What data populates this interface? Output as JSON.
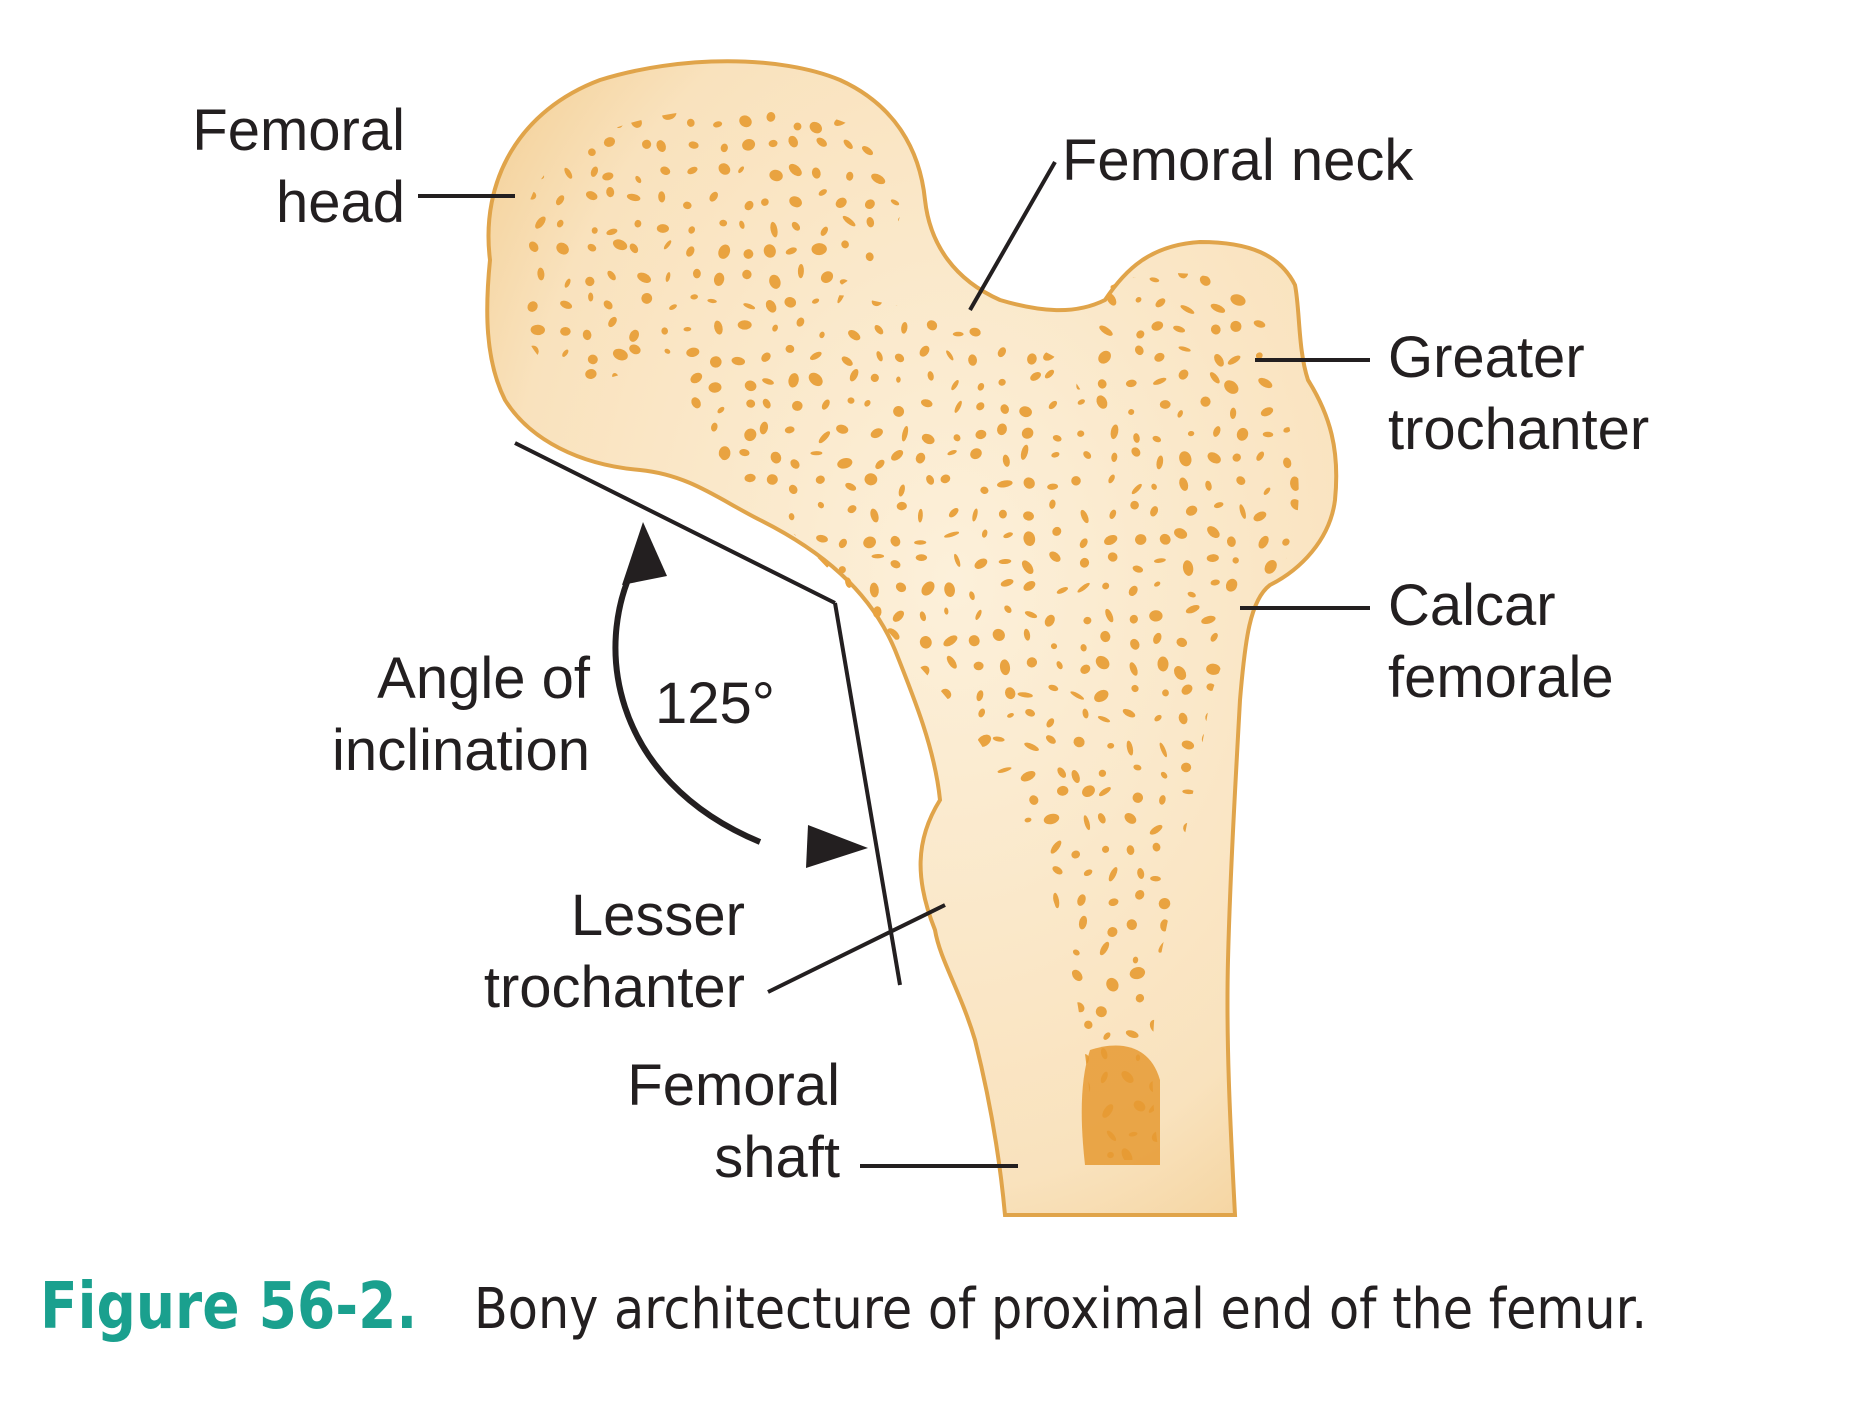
{
  "labels": {
    "femoral_head": [
      "Femoral",
      "head"
    ],
    "femoral_neck": "Femoral neck",
    "greater_trochanter": [
      "Greater",
      "trochanter"
    ],
    "calcar_femorale": [
      "Calcar",
      "femorale"
    ],
    "angle_of_inclination": [
      "Angle of",
      "inclination"
    ],
    "angle_value": "125°",
    "lesser_trochanter": [
      "Lesser",
      "trochanter"
    ],
    "femoral_shaft": [
      "Femoral",
      "shaft"
    ]
  },
  "caption": {
    "figure_number": "Figure 56-2.",
    "text": "Bony architecture of proximal end of the femur."
  },
  "colors": {
    "bone_outline": "#e0a44a",
    "bone_fill": "#fbe6c4",
    "trabecular": "#e9a340",
    "caption_accent": "#1aa08e",
    "text": "#231f20"
  }
}
